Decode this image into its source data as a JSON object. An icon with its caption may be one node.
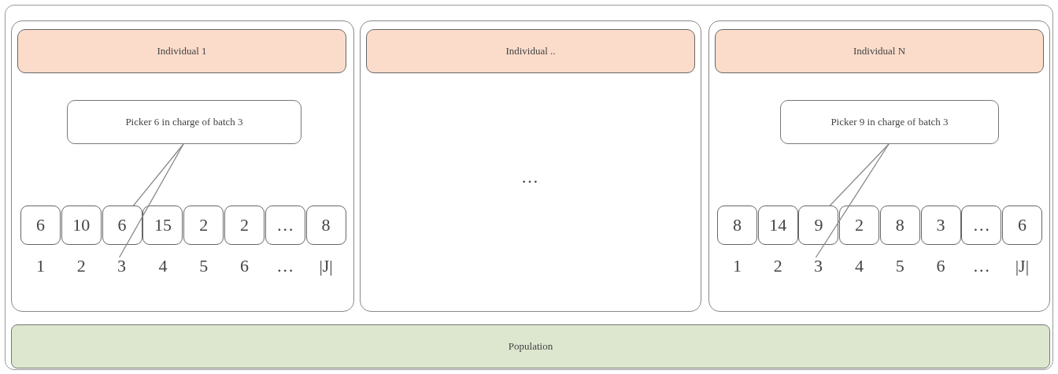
{
  "diagram": {
    "nodes": [
      {
        "text": [],
        "shape": "box"
      },
      {
        "text": [],
        "shape": "box",
        "in": 0
      },
      {
        "text": [
          "Individual 1"
        ],
        "in": 1
      },
      {
        "text": [
          "Picker 6 in charge of batch 3"
        ],
        "in": 1
      },
      {
        "text": [
          "6"
        ],
        "in": 1
      },
      {
        "text": [
          "10"
        ],
        "in": 1
      },
      {
        "text": [
          "6"
        ],
        "in": 1
      },
      {
        "text": [
          "15"
        ],
        "in": 1
      },
      {
        "text": [
          "2"
        ],
        "in": 1
      },
      {
        "text": [
          "2"
        ],
        "in": 1
      },
      {
        "text": [
          "…"
        ],
        "in": 1
      },
      {
        "text": [
          "8"
        ],
        "in": 1
      },
      {
        "text": [
          "3"
        ],
        "in": 1
      },
      {
        "text": [],
        "shape": "box",
        "in": 0
      },
      {
        "text": [
          "Individual .."
        ],
        "in": 13
      },
      {
        "text": [],
        "shape": "box",
        "in": 0
      },
      {
        "text": [
          "Individual N"
        ],
        "in": 15
      },
      {
        "text": [
          "Picker 9 in charge of batch 3"
        ],
        "in": 15
      },
      {
        "text": [
          "8"
        ],
        "in": 15
      },
      {
        "text": [
          "14"
        ],
        "in": 15
      },
      {
        "text": [
          "9"
        ],
        "in": 15
      },
      {
        "text": [
          "2"
        ],
        "in": 15
      },
      {
        "text": [
          "8"
        ],
        "in": 15
      },
      {
        "text": [
          "3"
        ],
        "in": 15
      },
      {
        "text": [
          "…"
        ],
        "in": 15
      },
      {
        "text": [
          "6"
        ],
        "in": 15
      },
      {
        "text": [
          "3"
        ],
        "in": 15
      },
      {
        "text": [
          "Population"
        ],
        "in": 0
      }
    ],
    "edges": [
      {
        "from": 3,
        "to": 6,
        "arrow": "none"
      },
      {
        "from": 3,
        "to": 12,
        "arrow": "none"
      },
      {
        "from": 17,
        "to": 20,
        "arrow": "none"
      },
      {
        "from": 17,
        "to": 26,
        "arrow": "none"
      }
    ],
    "labels": [
      "1",
      "2",
      "4",
      "5",
      "6",
      "…",
      "|J|",
      "…",
      "1",
      "2",
      "4",
      "5",
      "6",
      "…",
      "|J|"
    ]
  }
}
